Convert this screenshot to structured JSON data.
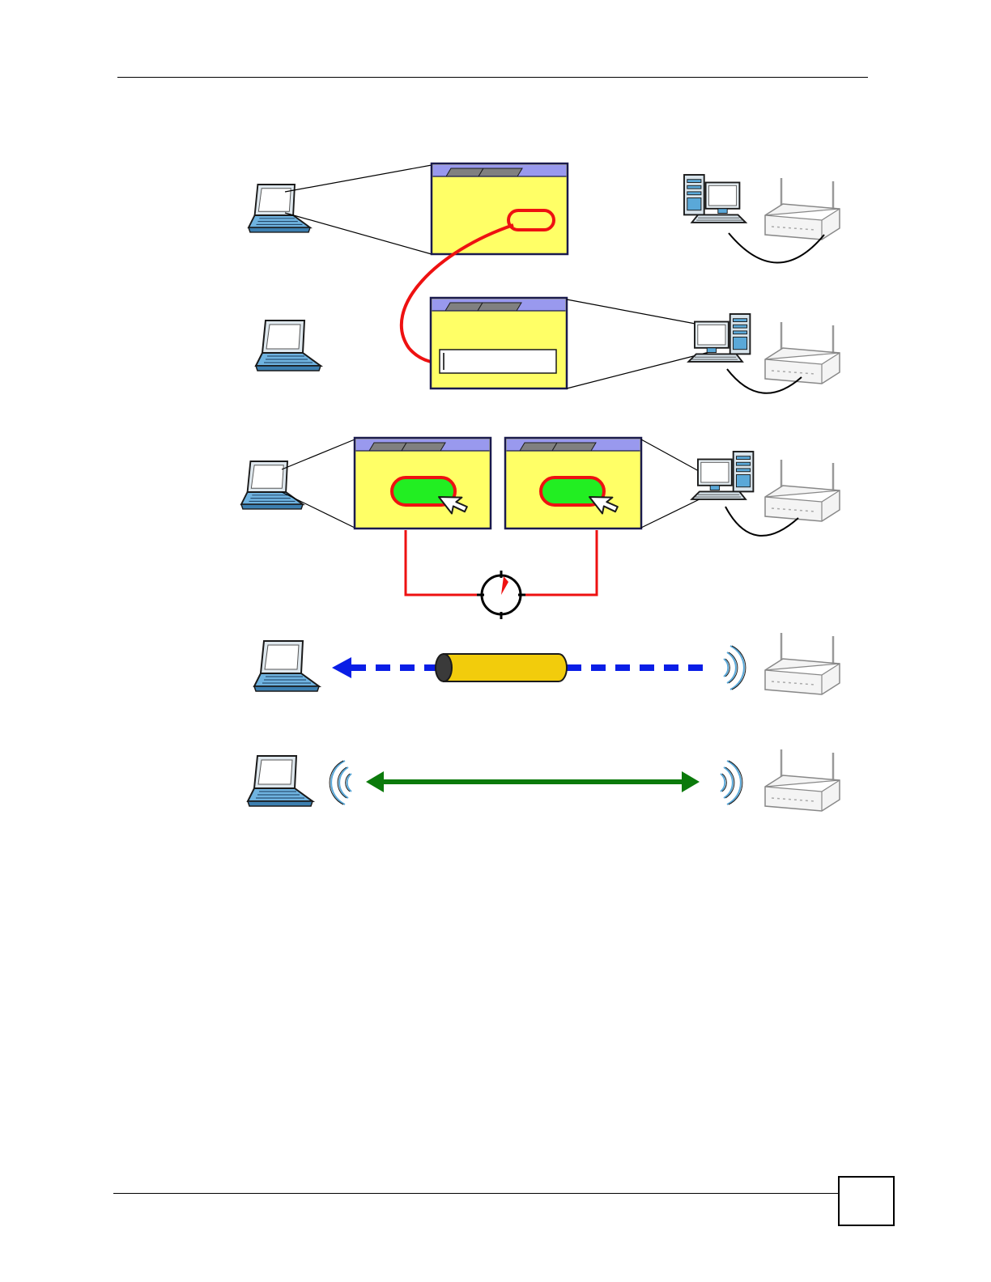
{
  "page": {
    "number": ""
  },
  "colors": {
    "window_fill": "#ffff66",
    "window_border": "#1a1a4d",
    "title_bar": "#9999ee",
    "tab": "#808080",
    "hijack_red": "#ee1111",
    "button_green": "#22ee22",
    "blue_dashed": "#0a1ee6",
    "tunnel": "#f2cc0c",
    "green_link": "#0b7a0b",
    "device_blue": "#5aa8d8"
  },
  "rows": [
    {
      "id": "row-1",
      "icons": [
        "laptop-icon",
        "browser-window-icon",
        "desktop-pc-icon",
        "router-icon"
      ]
    },
    {
      "id": "row-2",
      "icons": [
        "laptop-icon",
        "browser-window-icon",
        "desktop-pc-icon",
        "router-icon"
      ]
    },
    {
      "id": "row-3",
      "icons": [
        "laptop-icon",
        "browser-window-icon",
        "browser-window-icon",
        "desktop-pc-icon",
        "router-icon",
        "clock-icon"
      ]
    },
    {
      "id": "row-4",
      "icons": [
        "laptop-icon",
        "tunnel-icon",
        "wireless-signal-icon",
        "router-icon"
      ]
    },
    {
      "id": "row-5",
      "icons": [
        "laptop-icon",
        "wireless-signal-icon",
        "wireless-signal-icon",
        "router-icon"
      ]
    }
  ]
}
